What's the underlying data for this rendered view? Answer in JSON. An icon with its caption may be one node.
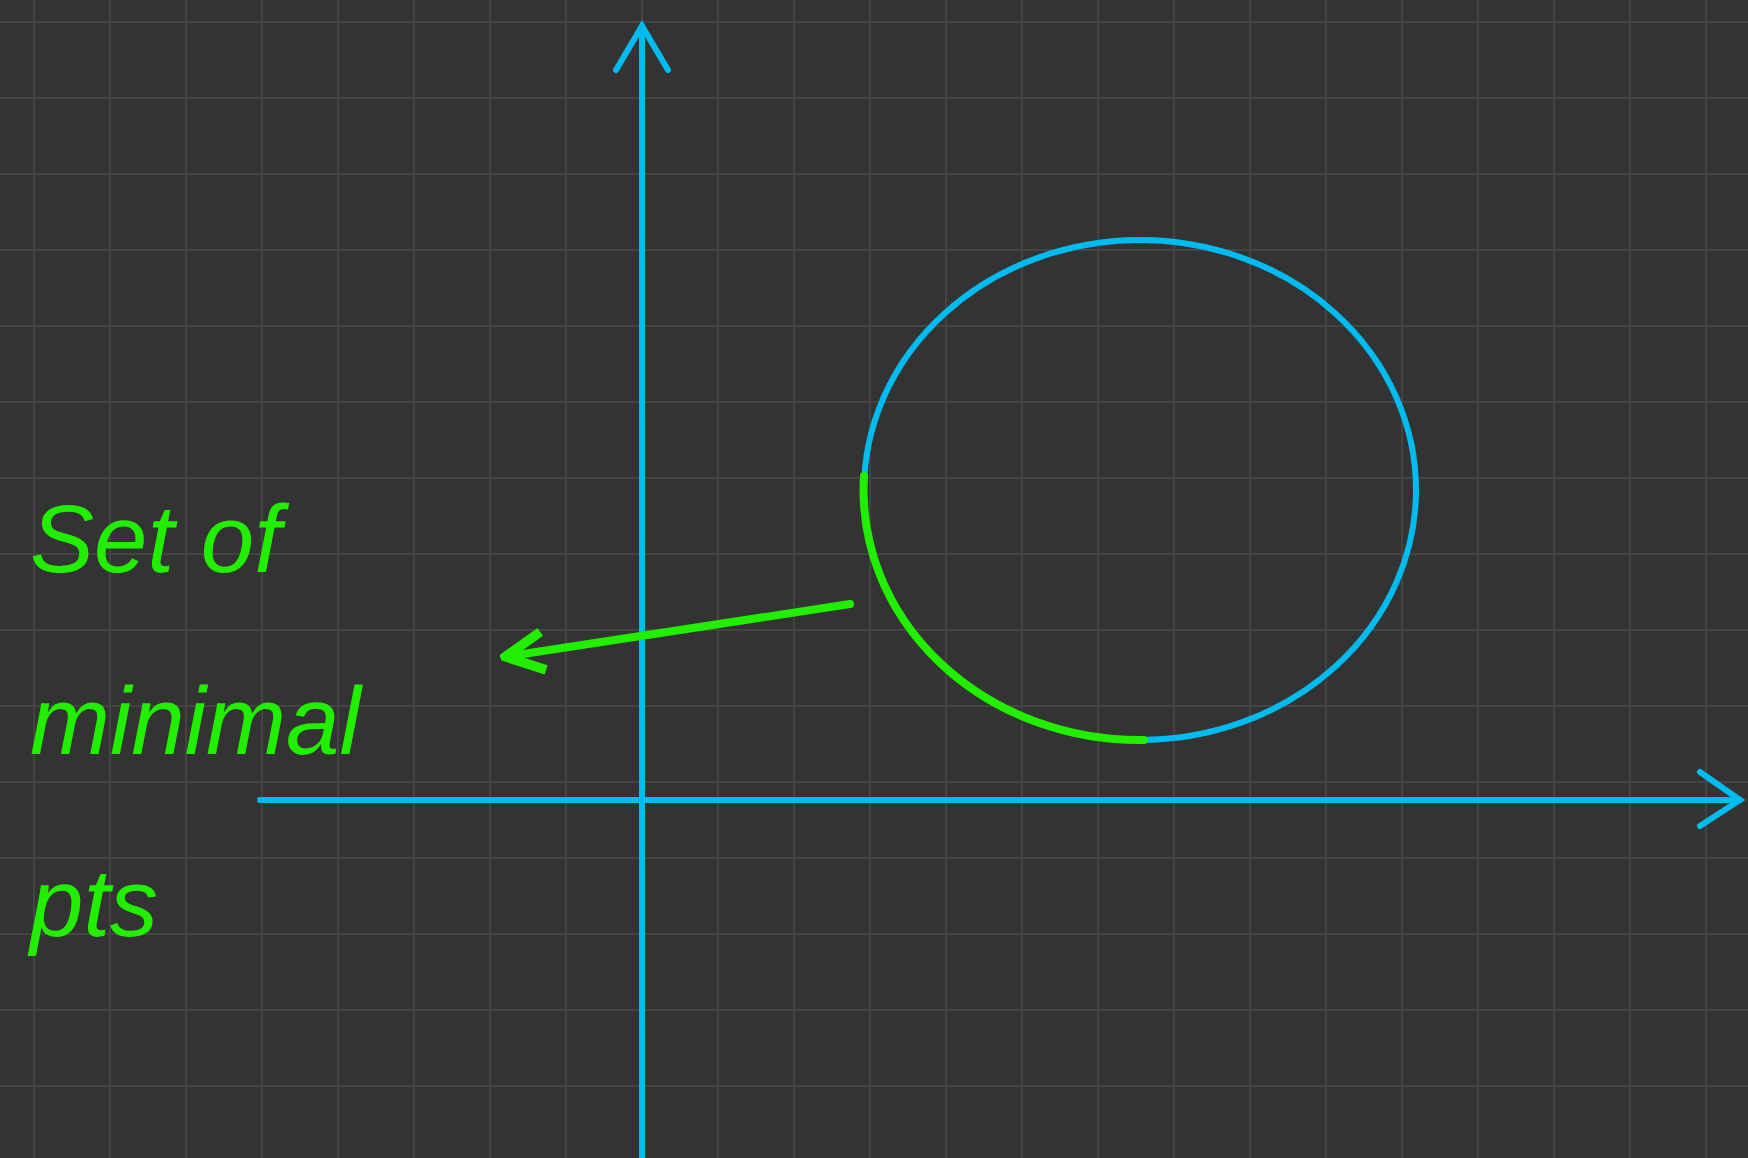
{
  "diagram": {
    "nodes": [
      {
        "text": [
          "Set of minimal pts"
        ]
      },
      {
        "text": [],
        "shape": "arc"
      }
    ],
    "edges": [
      {
        "from": 1,
        "to": 0,
        "arrow": "to"
      }
    ]
  }
}
